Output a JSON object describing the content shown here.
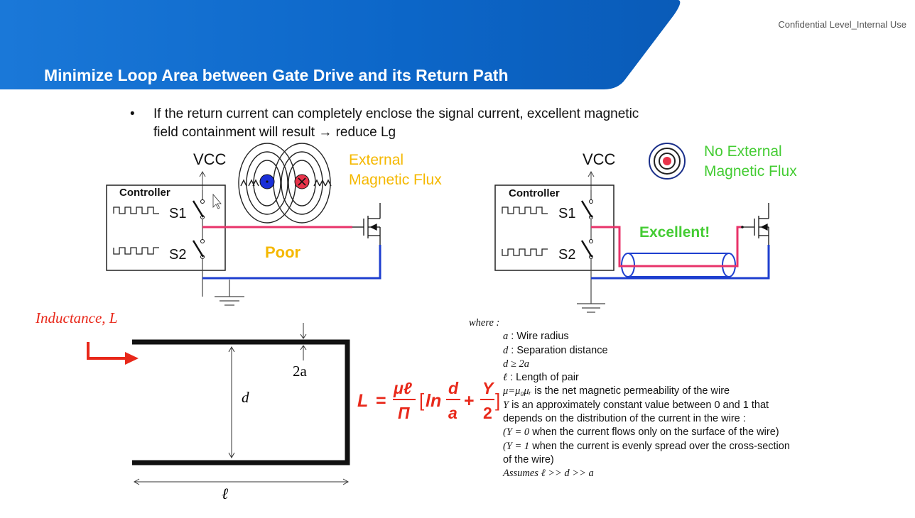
{
  "header": {
    "title": "Minimize Loop Area between Gate Drive and its Return Path",
    "confidential": "Confidential Level_Internal Use",
    "banner_color": "#0a63c4"
  },
  "bullet": {
    "line1": "If the return current can completely enclose the signal current, excellent magnetic",
    "line2": "field containment will result   → reduce Lg"
  },
  "left_diagram": {
    "vcc": "VCC",
    "controller": "Controller",
    "s1": "S1",
    "s2": "S2",
    "flux_label_1": "External",
    "flux_label_2": "Magnetic Flux",
    "verdict": "Poor",
    "flux_color": "#f5b800",
    "verdict_color": "#f5b800"
  },
  "right_diagram": {
    "vcc": "VCC",
    "controller": "Controller",
    "s1": "S1",
    "s2": "S2",
    "flux_label_1": "No External",
    "flux_label_2": "Magnetic Flux",
    "verdict": "Excellent!",
    "flux_color": "#44cc33",
    "verdict_color": "#44cc33"
  },
  "inductance": {
    "label": "Inductance, L",
    "label_color": "#e8281a",
    "two_a": "2a",
    "d": "d",
    "ell": "ℓ"
  },
  "formula": {
    "lhs": "L",
    "eq": "=",
    "num": "μℓ",
    "den": "Π",
    "ln": "ln",
    "frac_num": "d",
    "frac_den": "a",
    "plus": "+",
    "y_num": "Y",
    "y_den": "2",
    "color": "#e8281a"
  },
  "where": {
    "head": "where :",
    "a_sym": "a",
    "a_text": " : Wire radius",
    "d_sym": "d",
    "d_text": " : Separation distance",
    "cond": "d ≥ 2a",
    "l_sym": "ℓ",
    "l_text": " : Length of pair",
    "mu_sym": "μ=μ₀μᵣ",
    "mu_text": " is the net magnetic permeability of the wire",
    "y_sym": "Y",
    "y_text": " is an approximately constant value between 0 and 1 that",
    "y_text2": "depends on the distribution of the current in the wire :",
    "y0_sym": "(Y = 0",
    "y0_text": "  when the current flows only on the surface of the wire)",
    "y1_sym": "(Y = 1",
    "y1_text": "  when the current is evenly spread over the cross-section",
    "y1_text2": "of the wire)",
    "assumes": "Assumes ℓ >> d >> a"
  }
}
